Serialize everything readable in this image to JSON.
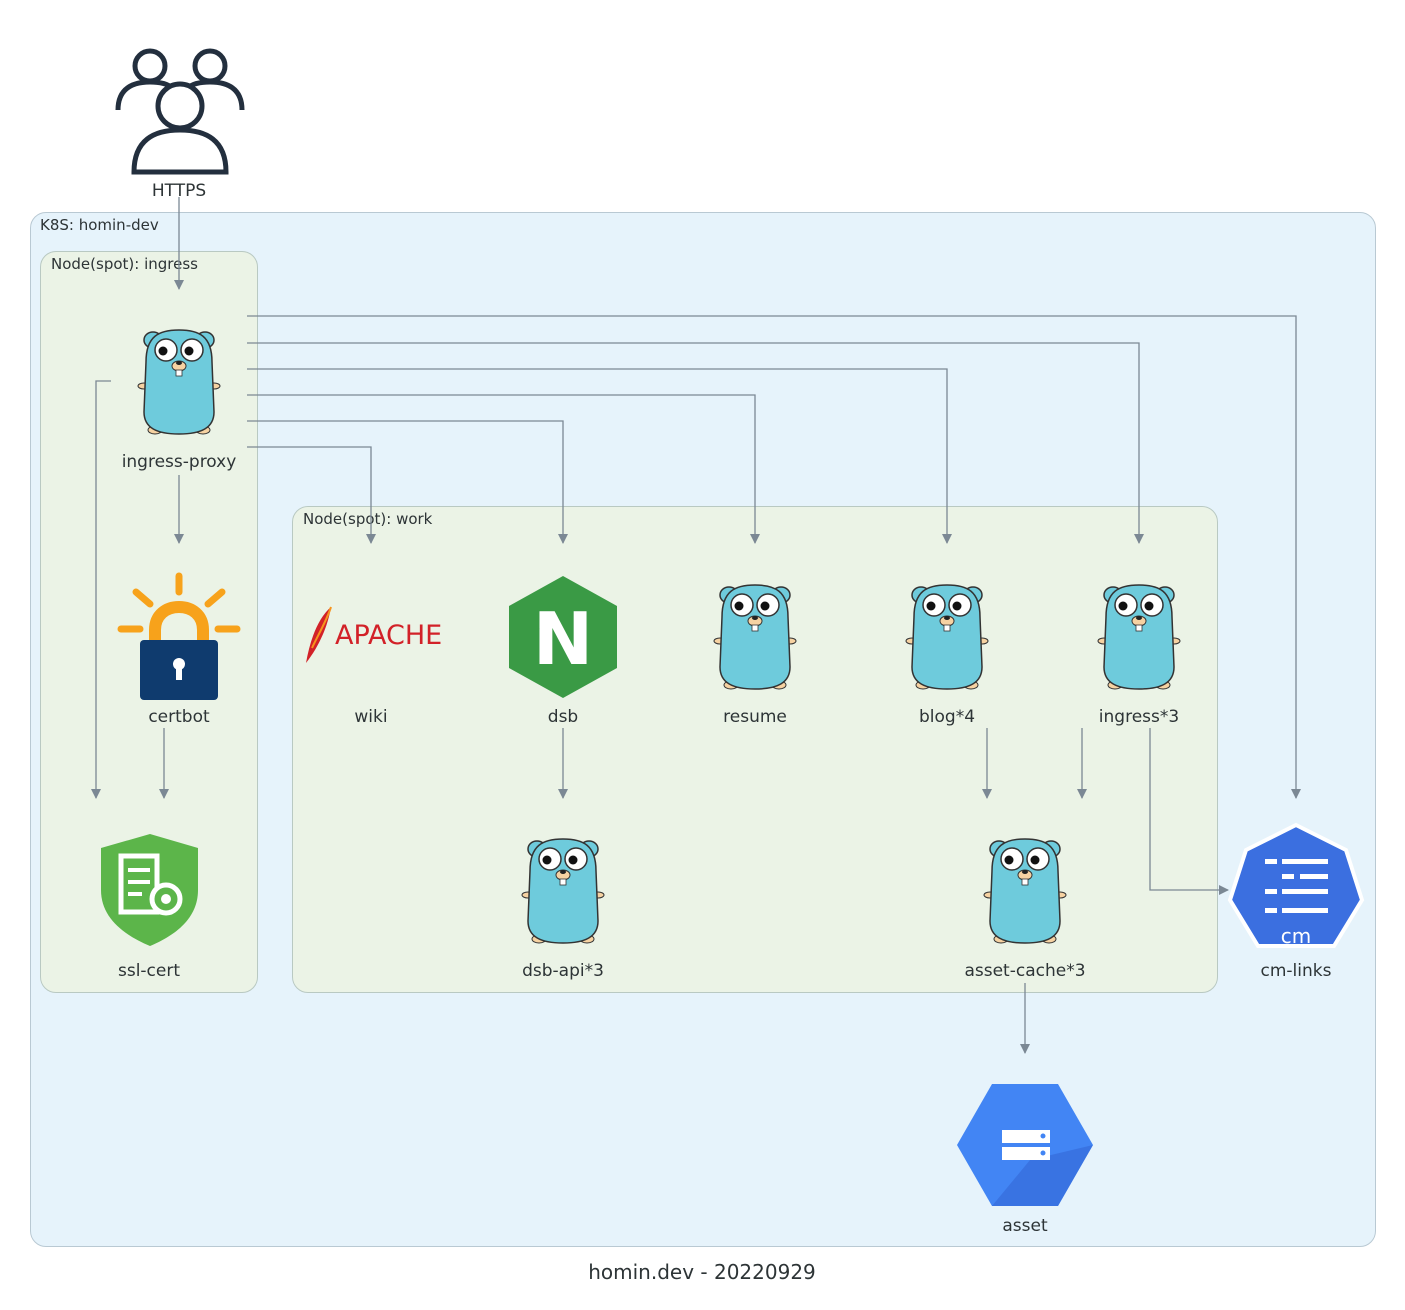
{
  "clusters": {
    "k8s": "K8S: homin-dev",
    "ingress_node": "Node(spot): ingress",
    "work_node": "Node(spot): work"
  },
  "nodes": {
    "users": "HTTPS",
    "ingress_proxy": "ingress-proxy",
    "certbot": "certbot",
    "ssl_cert": "ssl-cert",
    "wiki": "wiki",
    "dsb": "dsb",
    "resume": "resume",
    "blog": "blog*4",
    "ingress3": "ingress*3",
    "dsb_api": "dsb-api*3",
    "asset_cache": "asset-cache*3",
    "cm_links": "cm-links",
    "asset": "asset"
  },
  "logos": {
    "apache_text": "APACHE",
    "nginx_letter": "N",
    "cm_text": "cm"
  },
  "caption": "homin.dev - 20220929",
  "colors": {
    "gopher": "#6ecbdc",
    "edge": "#7b8894",
    "nginx": "#3a9a45",
    "apache": "#d22128",
    "certbot_lock": "#0f3b6e",
    "certbot_rays": "#f7a21b",
    "ssl_shield": "#5cb54a",
    "gcp_blue": "#3b82f1",
    "k8s_bg": "#e6f3fb",
    "node_bg": "#ebf3e6"
  }
}
